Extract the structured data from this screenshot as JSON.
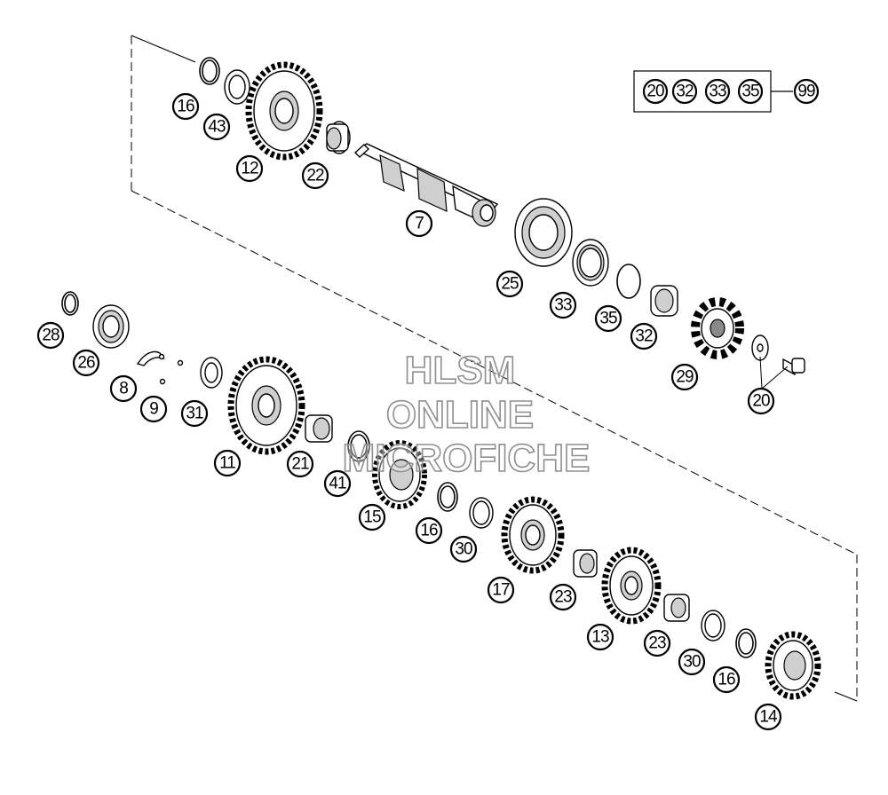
{
  "callouts": {
    "c16a": "16",
    "c43": "43",
    "c12": "12",
    "c22": "22",
    "c7": "7",
    "c25": "25",
    "c33a": "33",
    "c35": "35",
    "c32": "32",
    "c29": "29",
    "c20": "20",
    "c28": "28",
    "c26": "26",
    "c8": "8",
    "c9": "9",
    "c31": "31",
    "c11": "11",
    "c21": "21",
    "c41": "41",
    "c15": "15",
    "c16b": "16",
    "c30a": "30",
    "c17": "17",
    "c23a": "23",
    "c13": "13",
    "c23b": "23",
    "c30b": "30",
    "c16c": "16",
    "c14": "14"
  },
  "kit": {
    "items": [
      "20",
      "32",
      "33",
      "35"
    ],
    "kit_number": "99"
  },
  "watermark": {
    "line1": "HLSM",
    "line2": "ONLINE",
    "line3": "MICROFICHE"
  }
}
